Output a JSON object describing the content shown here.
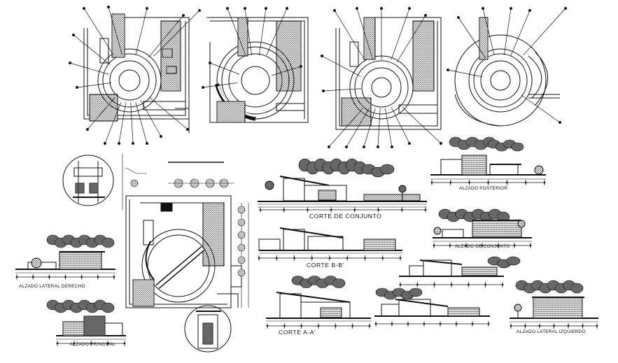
{
  "sheet": {
    "labels": {
      "alzado_posterior": "ALZADO POSTERIOR",
      "corte_de_conjunto": "CORTE  DE CONJUNTO",
      "alzado_de_conjunto": "ALZADO DE CONJUNTO",
      "corte_bb": "CORTE B-B'",
      "alzado_lateral_derecho": "ALZADO LATERAL DERECHO",
      "alzado_principal": "ALZADO PRINCIPAL",
      "corte_aa": "CORTE  A-A'",
      "alzado_lateral_izquierdo": "ALZADO LATERAL IZQUIERDO"
    },
    "colors": {
      "ink": "#111111",
      "background": "#ffffff"
    }
  }
}
